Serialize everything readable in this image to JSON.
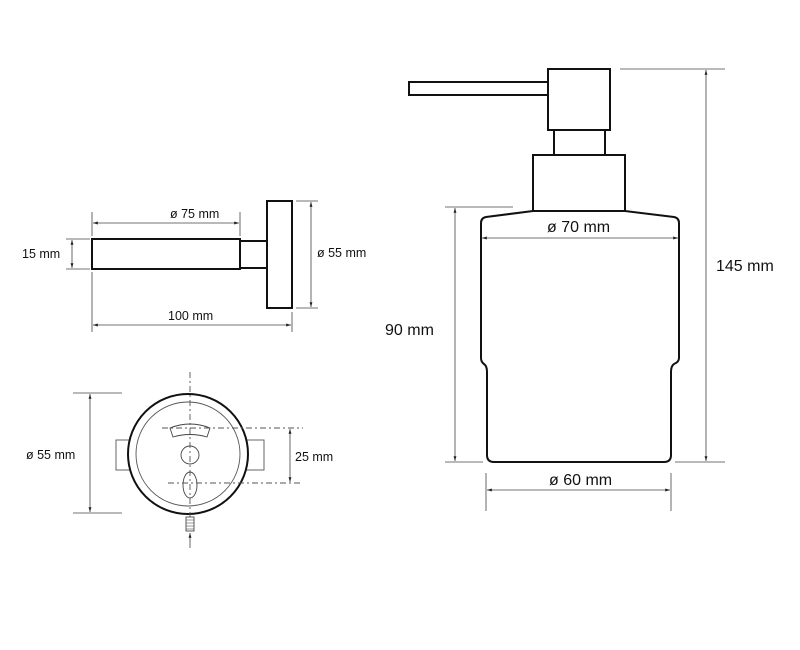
{
  "side_view": {
    "length_rod": "ø 75 mm",
    "rod_height": "15 mm",
    "flange_diameter": "ø 55 mm",
    "total_length": "100 mm"
  },
  "back_view": {
    "diameter": "ø 55 mm",
    "hole_spacing": "25 mm"
  },
  "dispenser": {
    "top_diameter": "ø 70 mm",
    "bottom_diameter": "ø 60 mm",
    "body_height": "90 mm",
    "total_height": "145 mm"
  },
  "colors": {
    "line": "#111111",
    "background": "#ffffff"
  }
}
